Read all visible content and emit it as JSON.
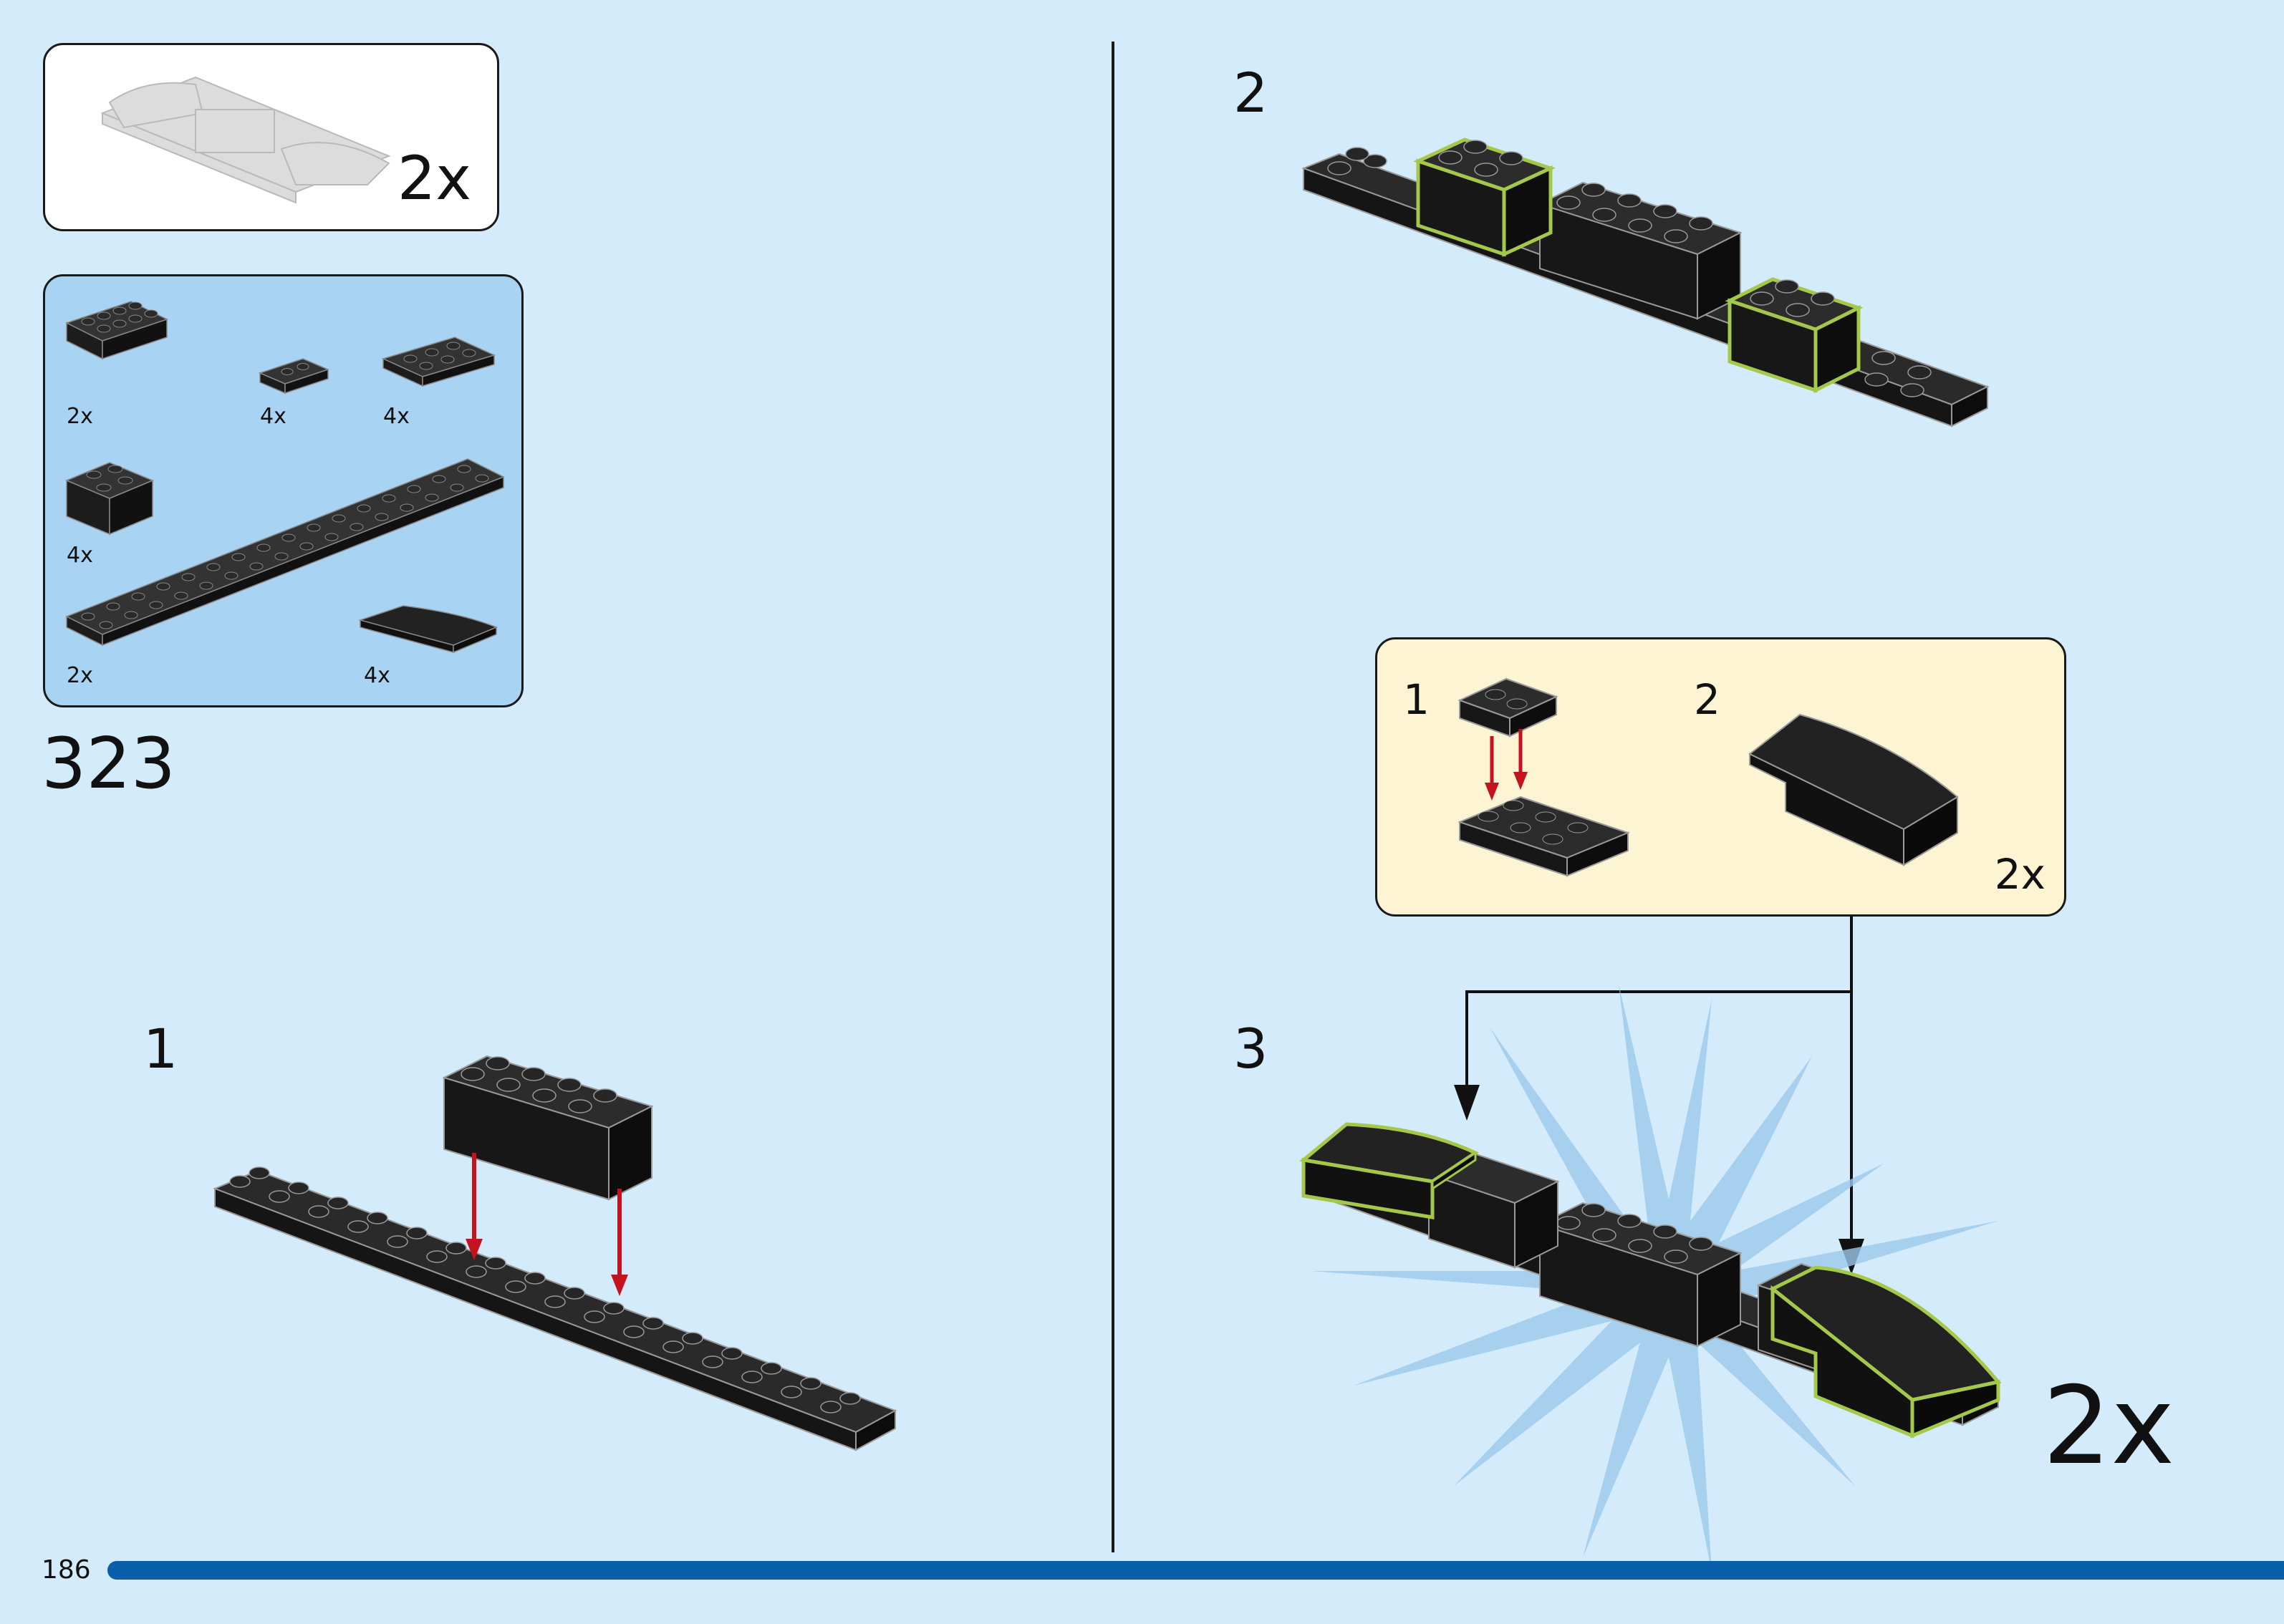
{
  "page": {
    "number": "186",
    "step_number": "323"
  },
  "submodel_box": {
    "quantity": "2x"
  },
  "parts_list": [
    {
      "part": "brick-2x4",
      "quantity": "2x"
    },
    {
      "part": "plate-1x2",
      "quantity": "4x"
    },
    {
      "part": "plate-2x3",
      "quantity": "4x"
    },
    {
      "part": "brick-2x2",
      "quantity": "4x"
    },
    {
      "part": "plate-2x16",
      "quantity": "2x"
    },
    {
      "part": "curved-slope-2x4",
      "quantity": "4x"
    }
  ],
  "steps": [
    {
      "number": "1"
    },
    {
      "number": "2"
    },
    {
      "number": "3",
      "multiplier": "2x"
    }
  ],
  "callout": {
    "substeps": [
      {
        "number": "1"
      },
      {
        "number": "2"
      }
    ],
    "quantity": "2x"
  },
  "colors": {
    "background": "#d3ebfa",
    "parts_panel": "#a9d3f2",
    "callout_panel": "#fdf4d4",
    "brick": "#1c1c1c",
    "new_part_outline": "#a4c84a",
    "arrow_red": "#c5121f",
    "footer_bar": "#0a5fab"
  }
}
